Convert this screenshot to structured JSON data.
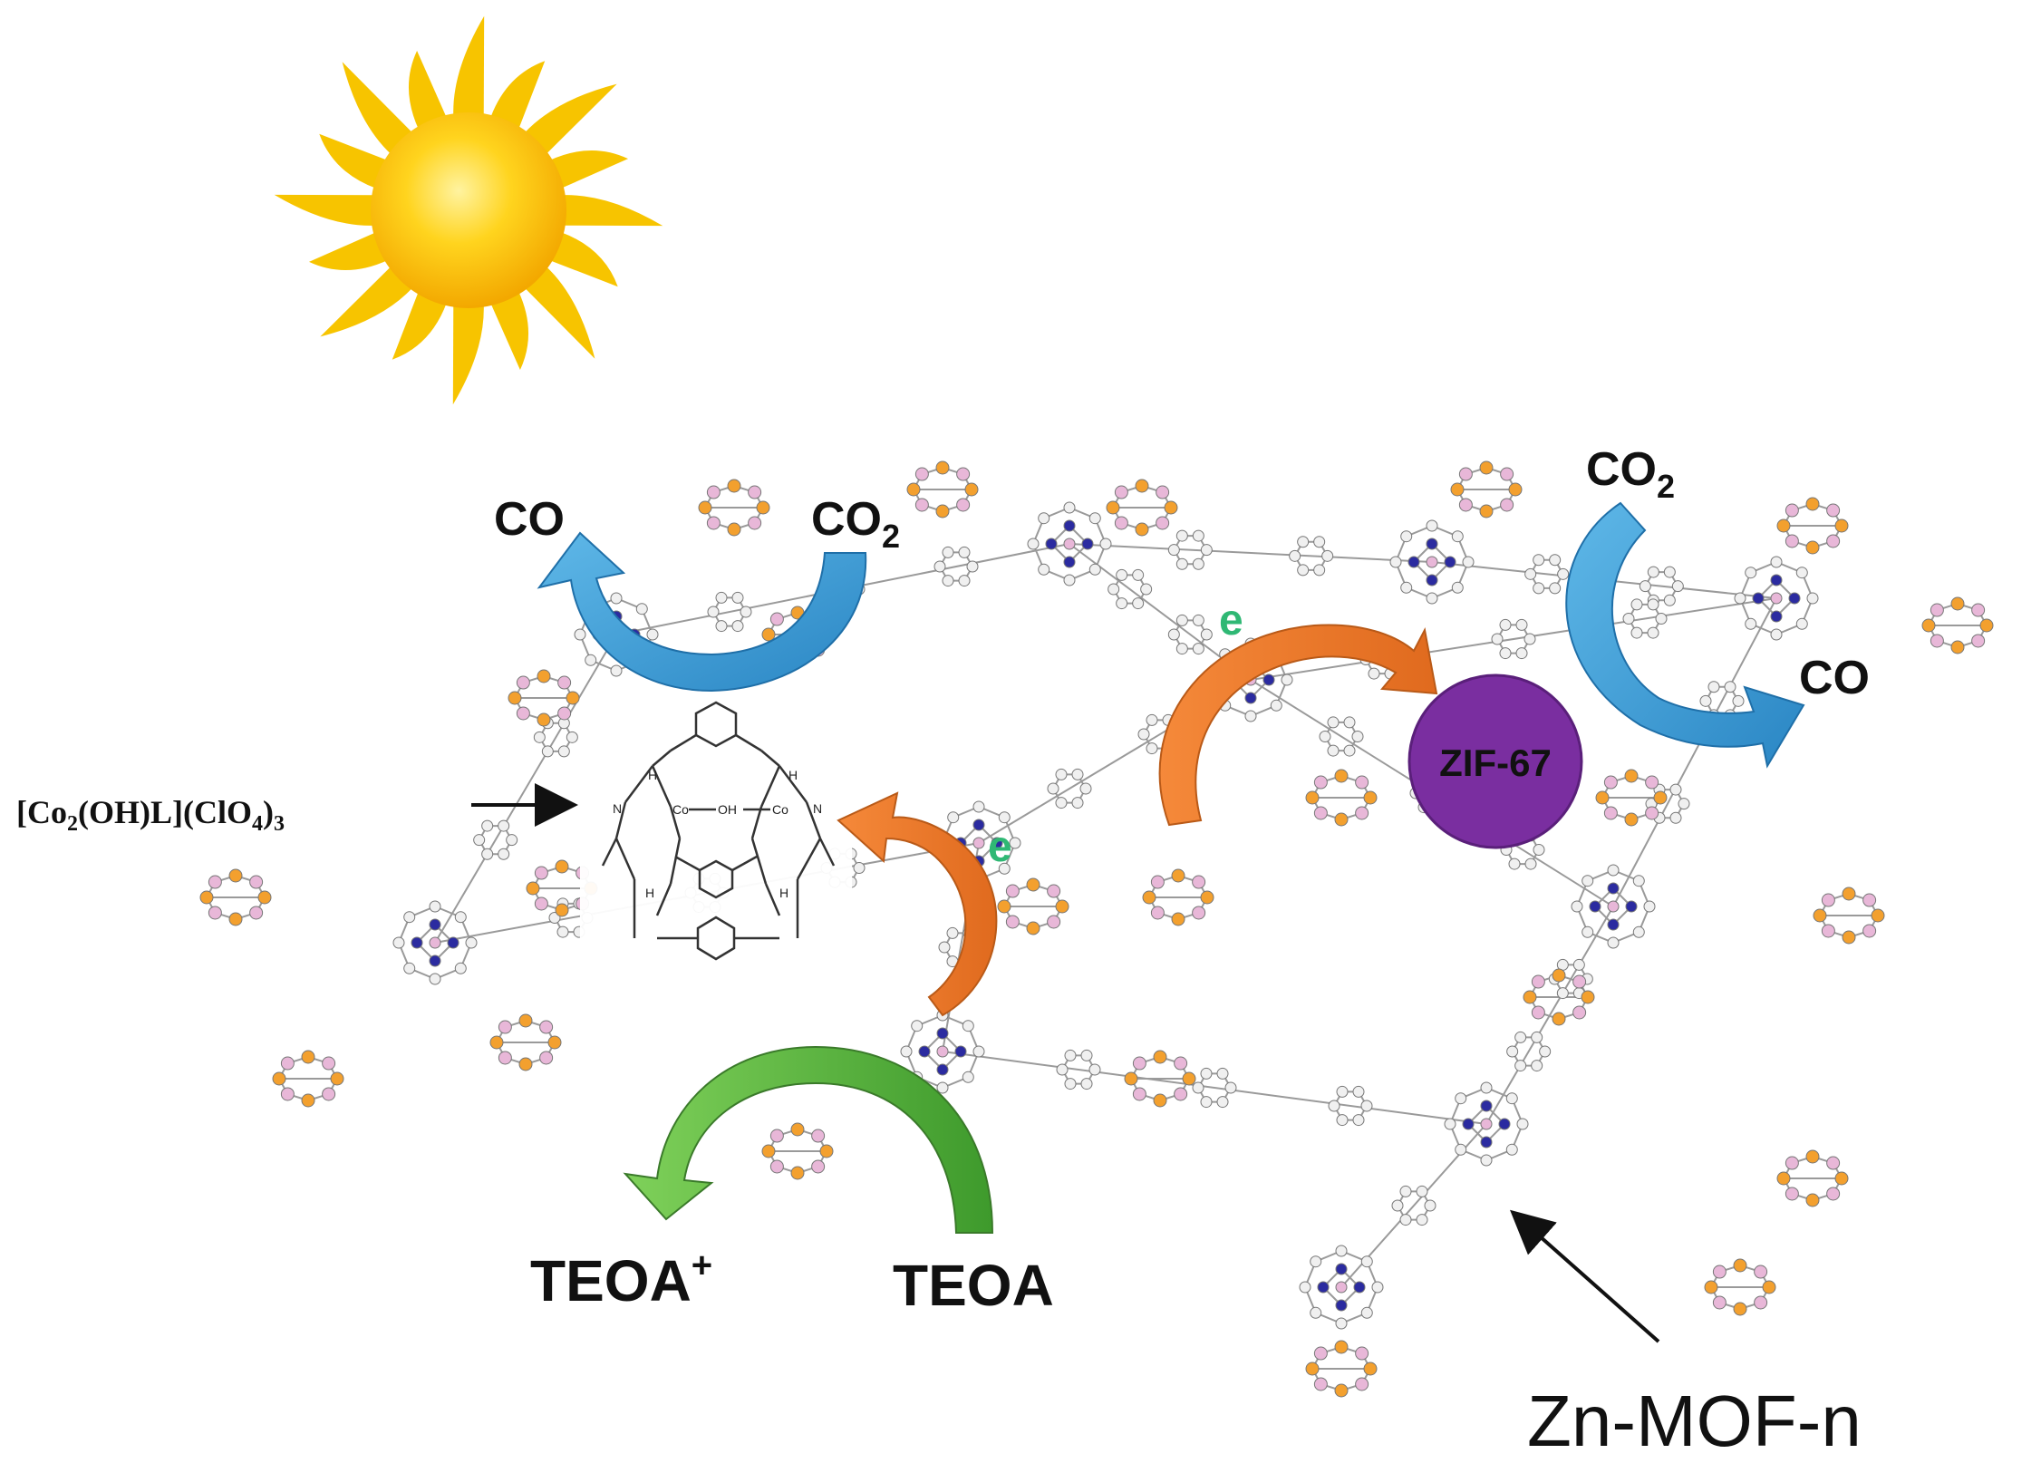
{
  "diagram": {
    "labels": {
      "co_left": "CO",
      "co2_left": "CO",
      "co2_left_sub": "2",
      "co2_right": "CO",
      "co2_right_sub": "2",
      "co_right": "CO",
      "electron_1": "e",
      "electron_2": "e",
      "zif": "ZIF-67",
      "teoa_plus": "TEOA",
      "teoa_plus_sup": "+",
      "teoa": "TEOA",
      "mof": "Zn-MOF-n",
      "complex": {
        "p1": "[Co",
        "s1": "2",
        "p2": "(OH)L](ClO",
        "s2": "4",
        "p3": ")",
        "s3": "3"
      }
    },
    "molecule_atoms": {
      "co": "Co",
      "oh": "OH",
      "n": "N",
      "h": "H"
    },
    "colors": {
      "sun": "#f7c400",
      "sun_core": "#ffd21a",
      "blue_arrow": "#3b9fd6",
      "orange_arrow": "#ee7a2c",
      "green_arrow": "#59b83c",
      "zif_circle": "#7a2ea0",
      "electron_text": "#2fb874",
      "atom_orange": "#f3a02e",
      "atom_pink": "#e8b7d8",
      "atom_white": "#f0f0f0",
      "atom_blue": "#2b2ba0"
    },
    "icons": [
      "sun-icon",
      "blue-arrow-icon",
      "orange-arrow-icon",
      "green-arrow-icon",
      "pointer-arrow-icon"
    ]
  }
}
